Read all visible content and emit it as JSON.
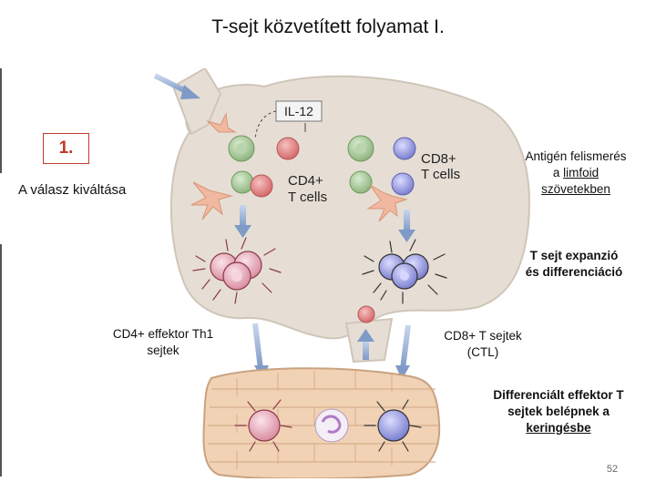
{
  "title": "T-sejt közvetített folyamat I.",
  "step": {
    "number": "1.",
    "label": "A válasz kiváltása"
  },
  "notes": {
    "recognition": {
      "line1": "Antigén felismerés",
      "line2_prefix": "a ",
      "line2_underlined": "limfoid",
      "line3_underlined": "szövetekben"
    },
    "expansion": {
      "line1": "T sejt expanzió",
      "line2": "és differenciáció"
    },
    "cd4_effector": {
      "line1": "CD4+ effektor Th1",
      "line2": "sejtek"
    },
    "cd8_effector": {
      "line1": "CD8+ T sejtek",
      "line2": "(CTL)"
    },
    "effector_entry": {
      "line1": "Differenciált effektor T",
      "line2": "sejtek belépnek a",
      "line3_underlined": "keringésbe"
    }
  },
  "diagram_labels": {
    "il12": "IL-12",
    "cd4_line1": "CD4+",
    "cd4_line2": "T cells",
    "cd8_line1": "CD8+",
    "cd8_line2": "T cells"
  },
  "page_number": "52",
  "colors": {
    "title_step_red": "#c0392b",
    "node_fill": "#e6ded5",
    "vessel_fill": "#f1d2b5",
    "arrow_blue": "#8aa4cc",
    "cd4_cell": "#e8aab8",
    "cd8_cell": "#8f93d8",
    "apc_green": "#a9c79a",
    "dendritic": "#f0b8a0"
  }
}
